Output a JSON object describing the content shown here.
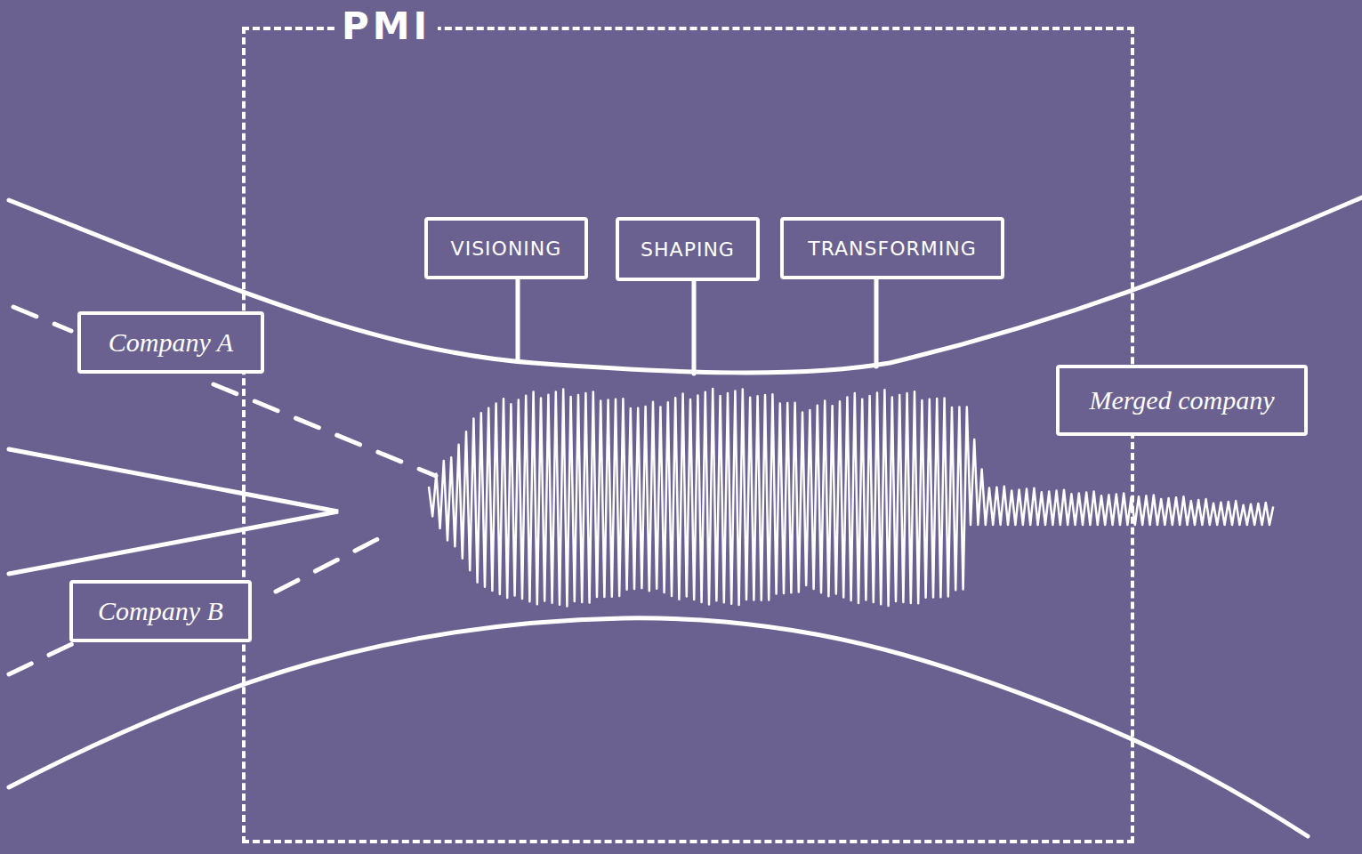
{
  "diagram": {
    "nodes": [
      {
        "text": [
          "PMI"
        ]
      },
      {
        "text": [
          "VISIONING"
        ],
        "in": 0
      },
      {
        "text": [
          "SHAPING"
        ],
        "in": 0
      },
      {
        "text": [
          "TRANSFORMING"
        ],
        "in": 0
      },
      {
        "text": [
          "Company A"
        ]
      },
      {
        "text": [
          "Merged company"
        ]
      },
      {
        "text": [
          "Company B"
        ]
      }
    ]
  }
}
